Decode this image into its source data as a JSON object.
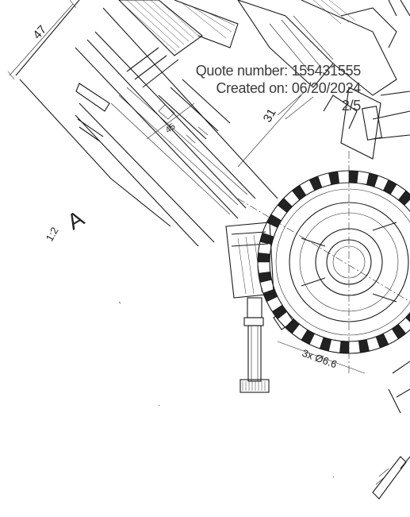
{
  "header": {
    "quote_label": "Quote number:",
    "quote_number": "155431555",
    "created_label": "Created on:",
    "created_date": "06/20/2024",
    "page_indicator": "2/5"
  },
  "drawing": {
    "dimensions": {
      "dim_47": "47",
      "dim_31": "31",
      "dim_45": "45",
      "section_scale": "1:2",
      "section_letter": "A",
      "bore_callout": "3x Ø6.6"
    }
  }
}
